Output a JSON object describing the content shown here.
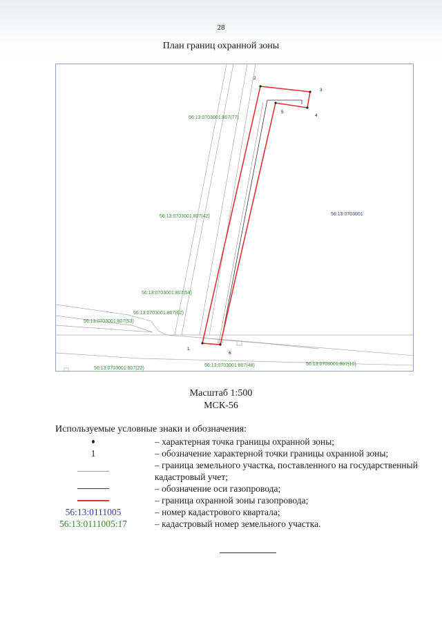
{
  "page": {
    "number": "28",
    "title": "План границ охранной зоны"
  },
  "map": {
    "colors": {
      "parcel_line": "#8aa888",
      "parcel_label": "#2f8a2f",
      "quarter_label": "#2b3fa0",
      "zone_line": "#e03232",
      "axis_line": "#333333",
      "gray_line": "#a8a8a8",
      "frame": "#8fa4c4"
    },
    "quarter_label": "56:13:0703001",
    "parcel_labels": [
      "56:13:0703001:807(77)",
      "56:13:0703001:807(42)",
      "56:13:0703001:807(54)",
      "56:13:0703001:807(62)",
      "56:13:0703001:807(53)",
      "56:13:0703001:807(22)",
      "56:13:0703001:807(48)",
      "56:13:0703001:807(10)"
    ],
    "points": [
      "1",
      "2",
      "3",
      "4",
      "5",
      "6"
    ]
  },
  "scale": {
    "line1": "Масштаб 1:500",
    "line2": "МСК-56"
  },
  "legend": {
    "heading": "Используемые условные знаки и обозначения:",
    "items": [
      {
        "symbol": "point-dot",
        "text": "– характерная точка границы охранной зоны;"
      },
      {
        "symbol_text": "1",
        "text": "– обозначение характерной точки границы охранной зоны;"
      },
      {
        "symbol": "green-line",
        "text": "– граница земельного участка, поставленного на государственный кадастровый учет;"
      },
      {
        "symbol": "black-line",
        "text": "– обозначение оси газопровода;"
      },
      {
        "symbol": "red-line",
        "text": "– граница охранной зоны газопровода;"
      },
      {
        "symbol_text": "56:13:0111005",
        "text": "– номер кадастрового квартала;"
      },
      {
        "symbol_text": "56:13:0111005:17",
        "text": "– кадастровый номер земельного участка."
      }
    ]
  }
}
